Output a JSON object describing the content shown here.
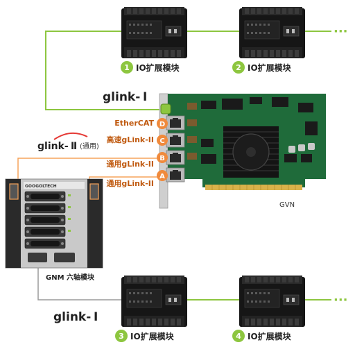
{
  "colors": {
    "connector_green": "#8dc63f",
    "connector_orange": "#f5a35a",
    "connector_gray": "#999999",
    "badge_green": "#8dc63f",
    "port_orange": "#f08a3c",
    "port_text": "#c05a10",
    "pcb_green": "#1f6b3a",
    "module_dark": "#1c1c1c"
  },
  "io_modules": [
    {
      "number": "1",
      "label": "IO扩展模块"
    },
    {
      "number": "2",
      "label": "IO扩展模块"
    },
    {
      "number": "3",
      "label": "IO扩展模块"
    },
    {
      "number": "4",
      "label": "IO扩展模块"
    }
  ],
  "ellipsis": "···",
  "glink1_top": {
    "main": "glink-",
    "roman": "Ⅰ"
  },
  "glink2_left": {
    "main": "glink-",
    "roman": "Ⅱ",
    "note": "(通用)"
  },
  "glink1_bottom": {
    "main": "glink-",
    "roman": "Ⅰ"
  },
  "ports": [
    {
      "letter": "D",
      "label": "EtherCAT"
    },
    {
      "letter": "C",
      "label": "高速gLink-II"
    },
    {
      "letter": "B",
      "label": "通用gLink-II"
    },
    {
      "letter": "A",
      "label": "通用gLink-II"
    }
  ],
  "card_label": "GVN",
  "gnm_label": "GNM 六轴模块",
  "gnm_brand": "GOOGOLTECH"
}
